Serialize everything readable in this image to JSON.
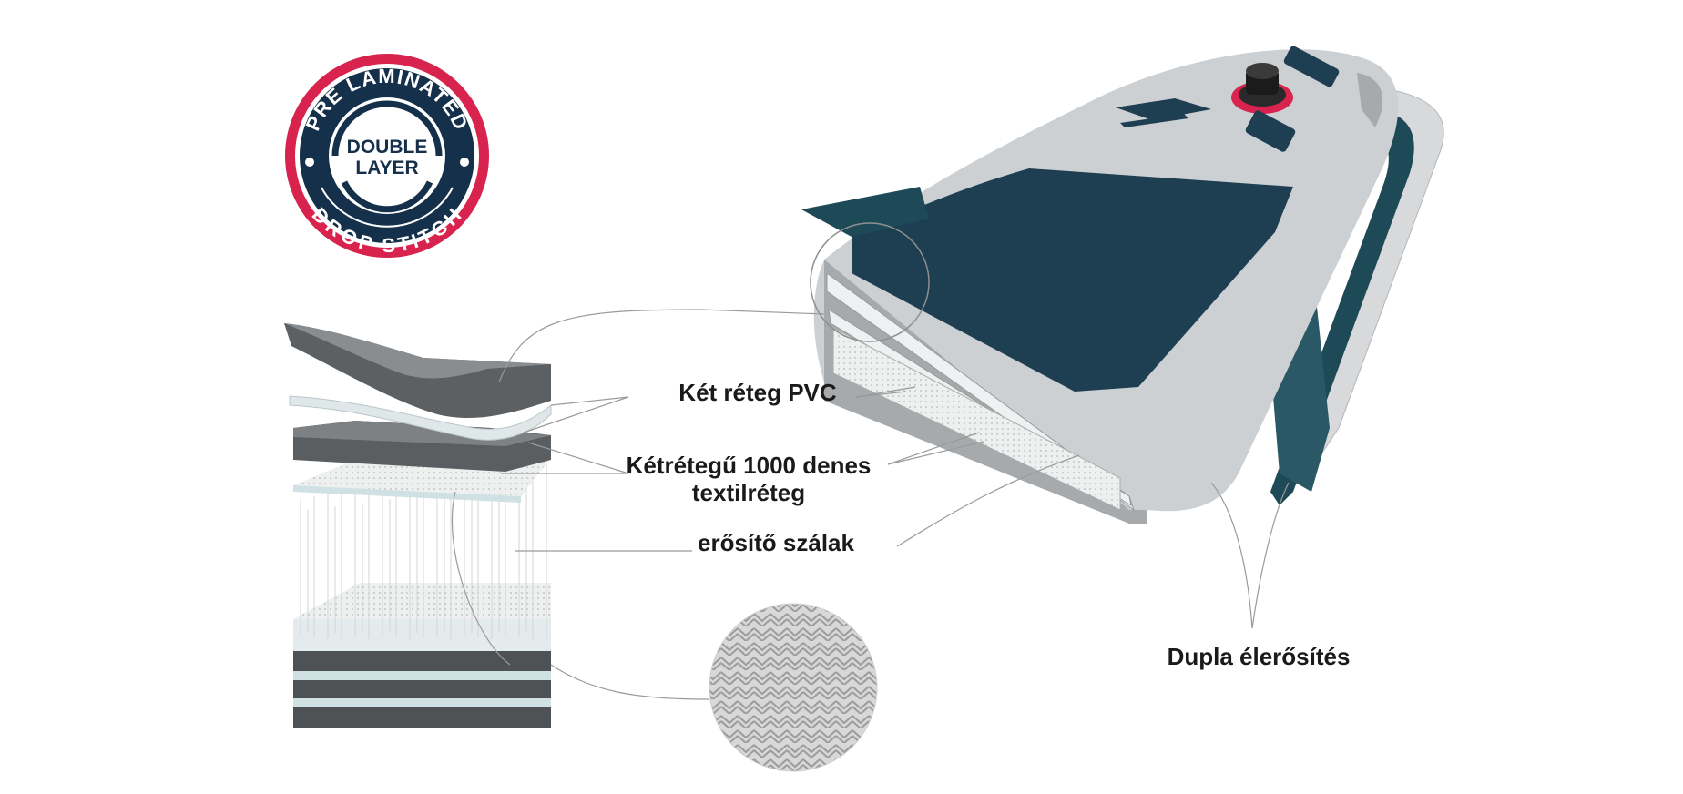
{
  "badge": {
    "top_text": "PRE LAMINATED",
    "center_line1": "DOUBLE",
    "center_line2": "LAYER",
    "bottom_text": "DROP STITCH",
    "ring_color": "#d9234f",
    "dark_color": "#14304a"
  },
  "callouts": {
    "pvc": "Két réteg PVC",
    "textile_line1": "Kétrétegű 1000 denes",
    "textile_line2": "textilréteg",
    "fibers": "erősítő szálak",
    "edge": "Dupla élerősítés"
  },
  "colors": {
    "board_teal": "#1e3f52",
    "board_grey": "#c9ccd0",
    "layer_dark": "#5b5e61",
    "layer_mid": "#8a8d90",
    "layer_light": "#dfe7e8",
    "leader": "#9a9a9a"
  }
}
